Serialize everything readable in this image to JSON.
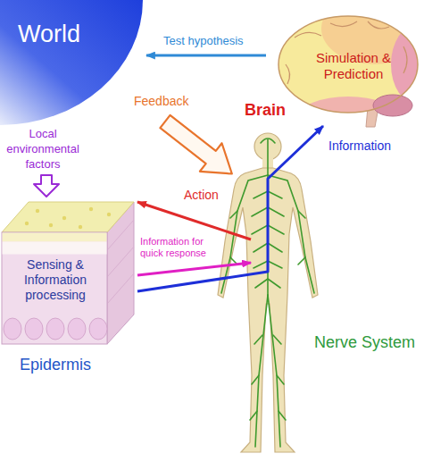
{
  "diagram": {
    "nodes": [
      {
        "text": [
          "World"
        ]
      },
      {
        "text": [
          "Simulation & Prediction",
          "Brain"
        ]
      },
      {
        "text": [
          "Nerve System"
        ]
      },
      {
        "text": [
          "Sensing & Information processing",
          "Epidermis"
        ]
      }
    ],
    "edges": [
      {
        "from": 1,
        "to": 0,
        "arrow": "to",
        "label": "Test hypothesis"
      },
      {
        "from": 2,
        "to": 3,
        "arrow": "to",
        "label": "Action"
      },
      {
        "from": 3,
        "to": 2,
        "arrow": "to",
        "label": "Information for quick response"
      },
      {
        "from": 3,
        "to": 1,
        "arrow": "to",
        "label": "Information"
      }
    ],
    "labels": [
      "Feedback",
      "Local environmental factors"
    ]
  }
}
